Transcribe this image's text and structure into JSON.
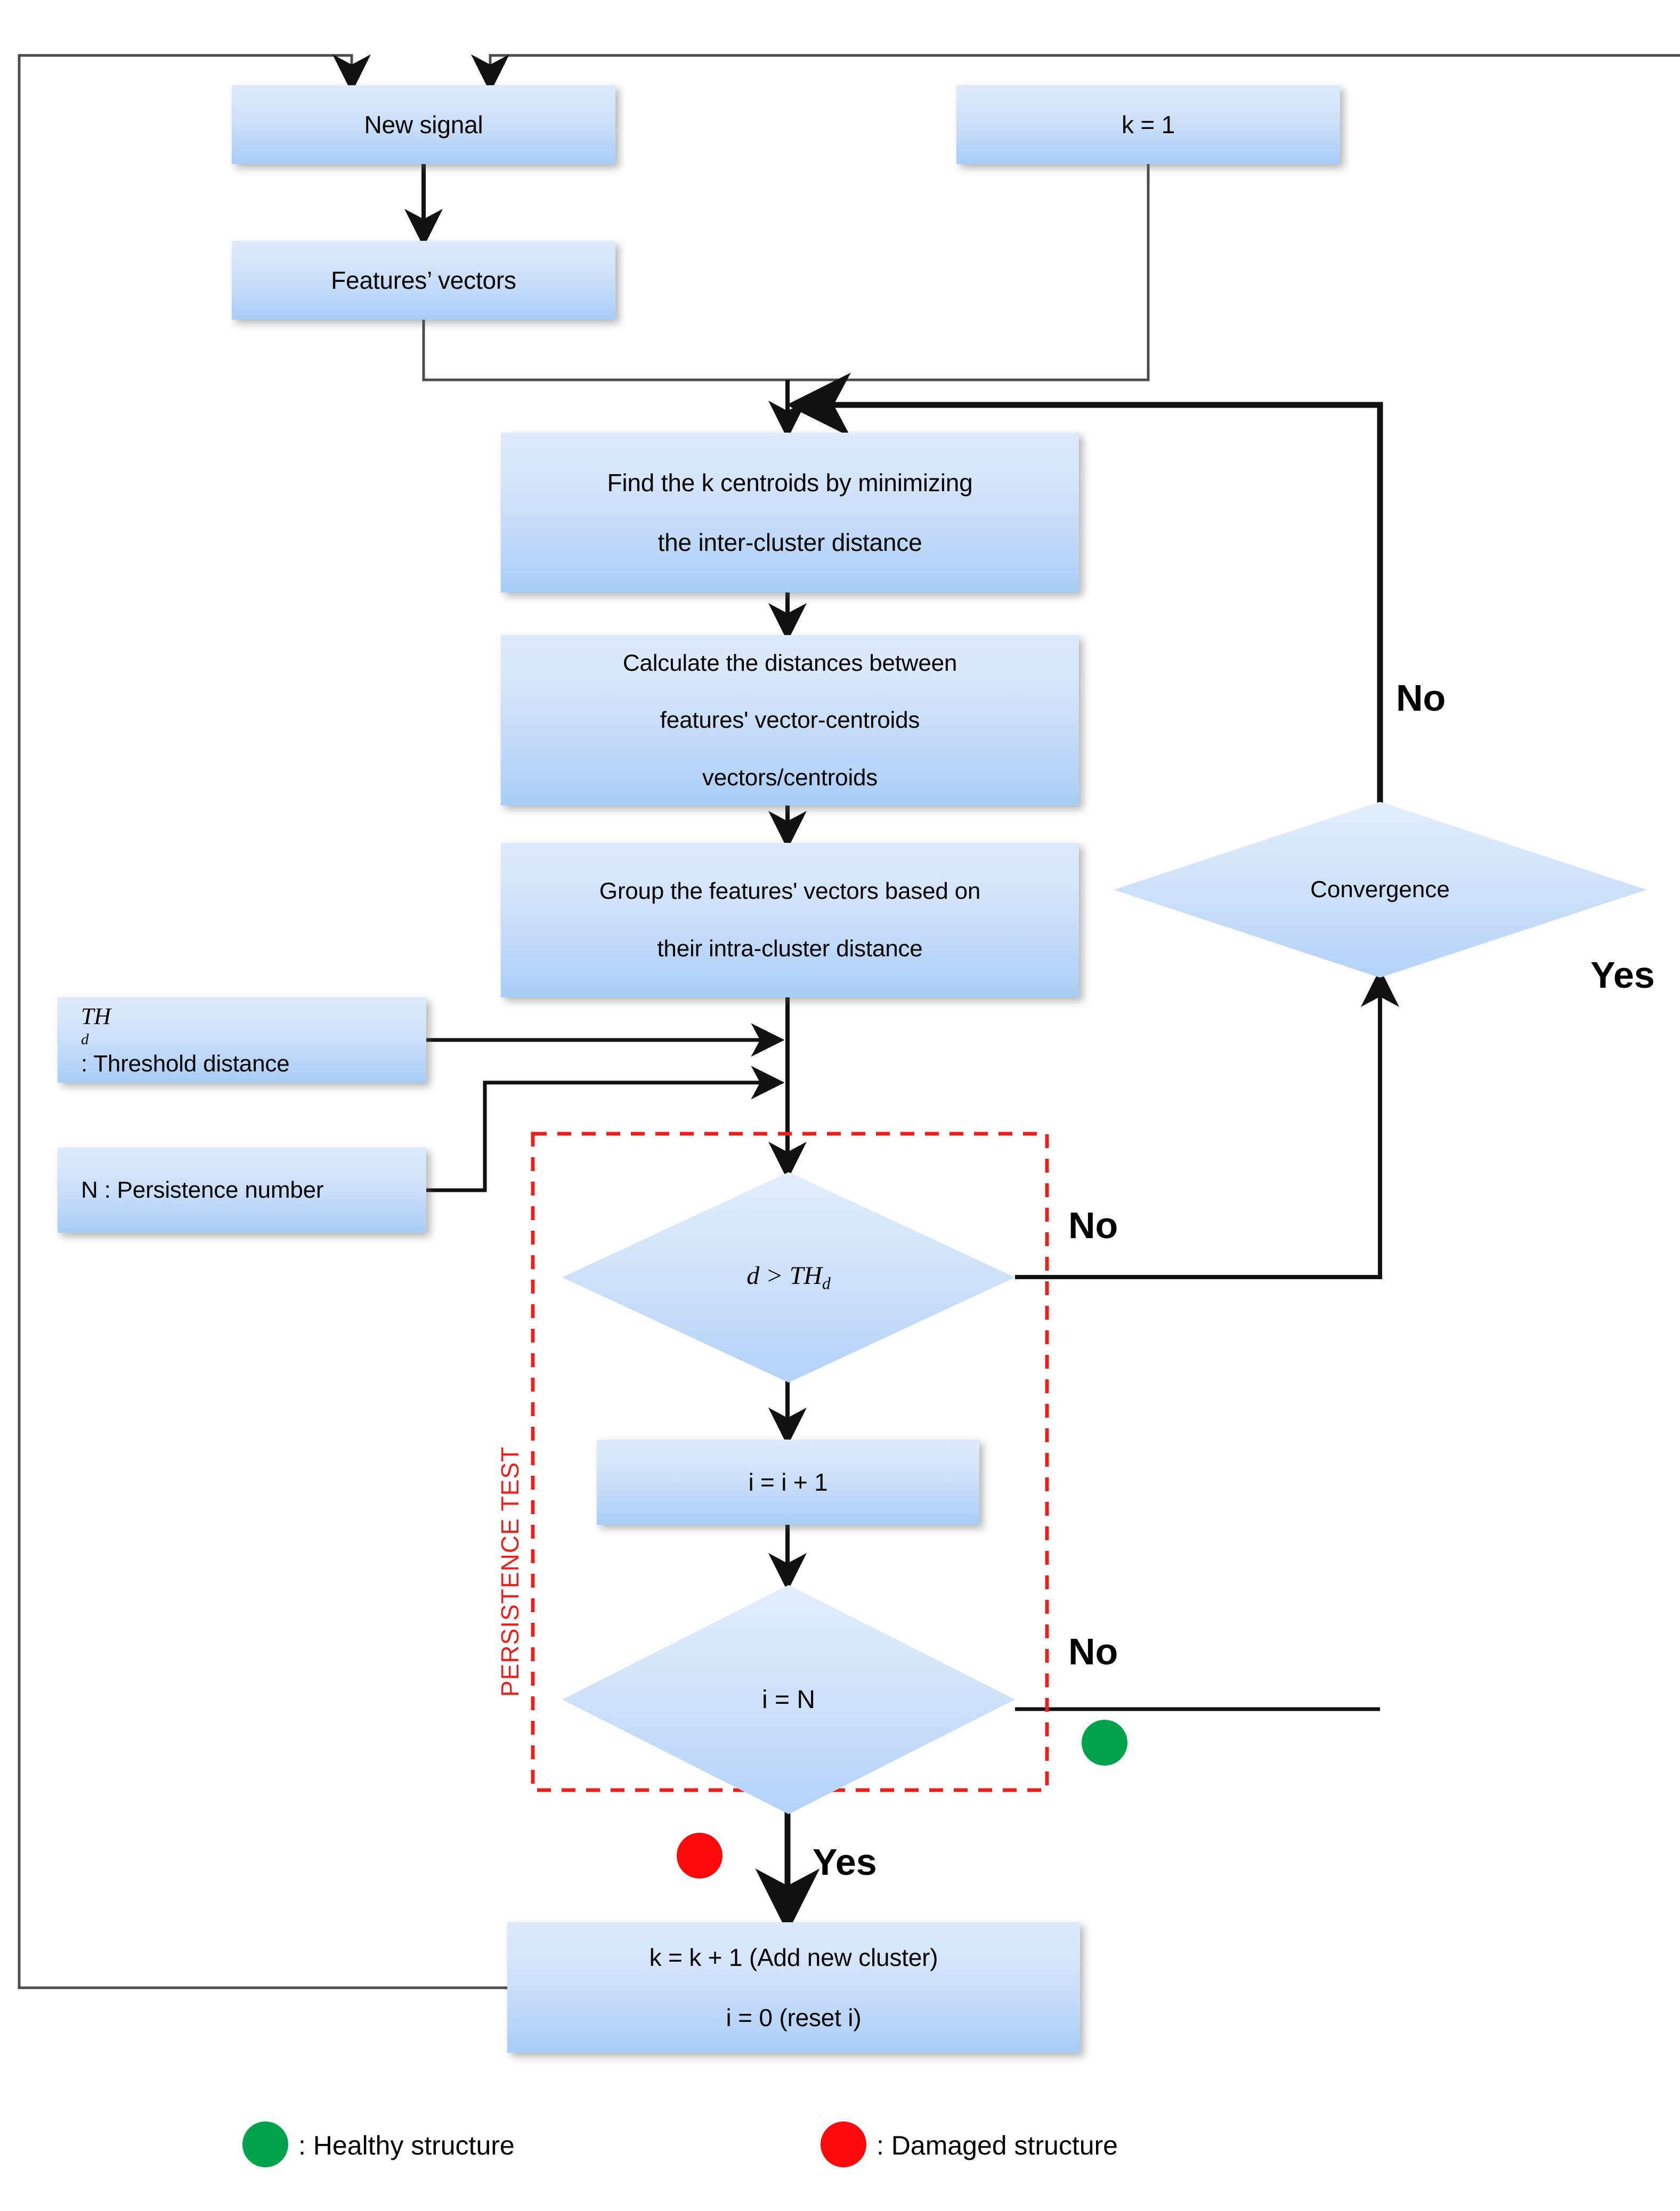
{
  "diagram": {
    "title": "Adaptive k-means clustering flowchart with persistence test",
    "accent_box_fill": "#c7ddf8",
    "persistence_box_color": "#e8231f",
    "healthy_color": "#00a14b",
    "damaged_color": "#fa0a0a"
  },
  "nodes": {
    "new_signal": "New signal",
    "features_vectors": "Features’ vectors",
    "k_init": "k = 1",
    "find_centroids_l1": "Find the k centroids by minimizing",
    "find_centroids_l2": "the inter-cluster distance",
    "calc_dist_l1": "Calculate the distances between",
    "calc_dist_l2": "features' vector-centroids",
    "calc_dist_l3": "vectors/centroids",
    "group_vectors_l1": "Group the features' vectors based on",
    "group_vectors_l2": "their intra-cluster distance",
    "threshold_distance_prefix": "TH",
    "threshold_distance_sub": "d",
    "threshold_distance_suffix": ": Threshold distance",
    "persistence_number": "N : Persistence number",
    "decision_d_prefix": "d > TH",
    "decision_d_sub": "d",
    "increment_i": "i = i + 1",
    "decision_i_n": "i = N",
    "convergence": "Convergence",
    "add_cluster_l1": "k = k + 1  (Add new cluster)",
    "add_cluster_l2": "i = 0 (reset i)"
  },
  "edge_labels": {
    "convergence_no": "No",
    "convergence_yes": "Yes",
    "d_threshold_no": "No",
    "i_equals_n_no": "No",
    "i_equals_n_yes": "Yes"
  },
  "group_label": {
    "persistence_test": "PERSISTENCE  TEST"
  },
  "legend": {
    "healthy": ": Healthy structure",
    "damaged": ": Damaged structure"
  }
}
